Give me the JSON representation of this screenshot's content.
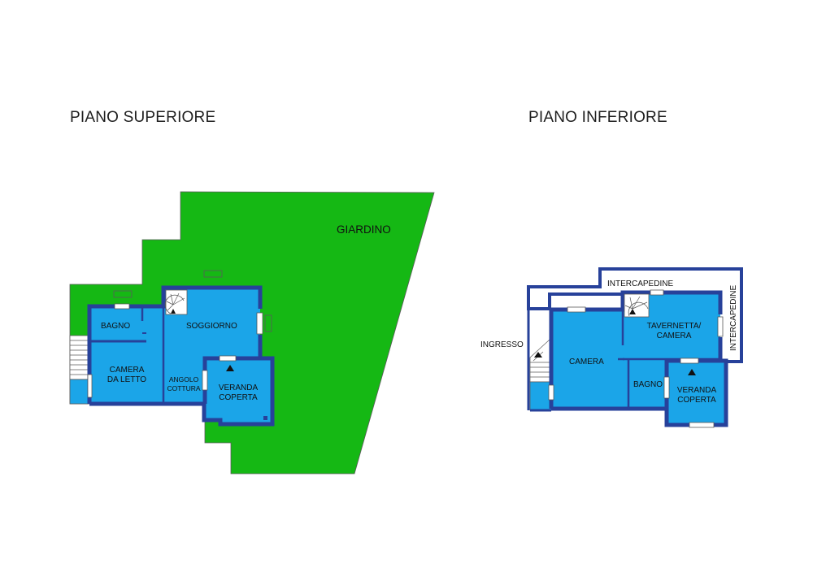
{
  "titles": {
    "upper": "PIANO SUPERIORE",
    "lower": "PIANO INFERIORE"
  },
  "upper_floor": {
    "garden": "GIARDINO",
    "bagno": "BAGNO",
    "soggiorno": "SOGGIORNO",
    "camera_line1": "CAMERA",
    "camera_line2": "DA LETTO",
    "angolo_line1": "ANGOLO",
    "angolo_line2": "COTTURA",
    "veranda_line1": "VERANDA",
    "veranda_line2": "COPERTA"
  },
  "lower_floor": {
    "intercapedine_top": "INTERCAPEDINE",
    "intercapedine_side": "INTERCAPEDINE",
    "ingresso": "INGRESSO",
    "camera": "CAMERA",
    "tavernetta_line1": "TAVERNETTA/",
    "tavernetta_line2": "CAMERA",
    "bagno": "BAGNO",
    "veranda_line1": "VERANDA",
    "veranda_line2": "COPERTA"
  },
  "colors": {
    "garden": "#15b814",
    "room_fill": "#1ba5e8",
    "wall": "#27419a",
    "outline": "#5a5a5a"
  }
}
